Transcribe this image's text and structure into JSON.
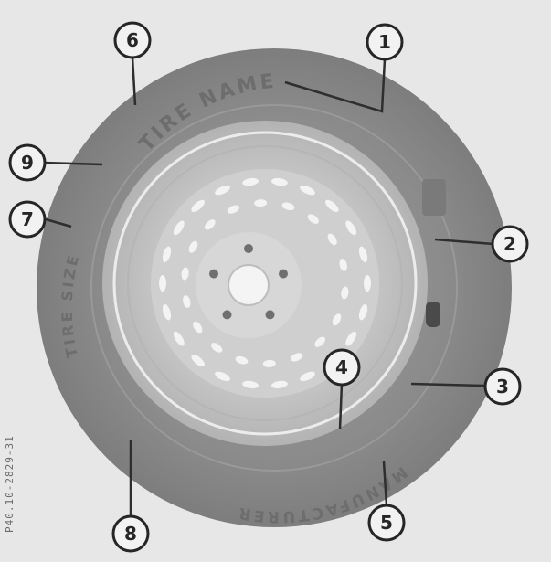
{
  "diagram": {
    "sidewall_text_top": "TIRE NAME",
    "sidewall_text_left": "TIRE SIZE",
    "sidewall_text_bottom": "MANUFACTURER",
    "reference_code": "P40.10-2829-31"
  },
  "callouts": [
    {
      "label": "1"
    },
    {
      "label": "2"
    },
    {
      "label": "3"
    },
    {
      "label": "4"
    },
    {
      "label": "5"
    },
    {
      "label": "6"
    },
    {
      "label": "7"
    },
    {
      "label": "8"
    },
    {
      "label": "9"
    }
  ],
  "colors": {
    "background": "#e7e7e7",
    "tire": "#8a8a8a",
    "rim": "#c8c8c8",
    "callout_stroke": "#262626"
  }
}
